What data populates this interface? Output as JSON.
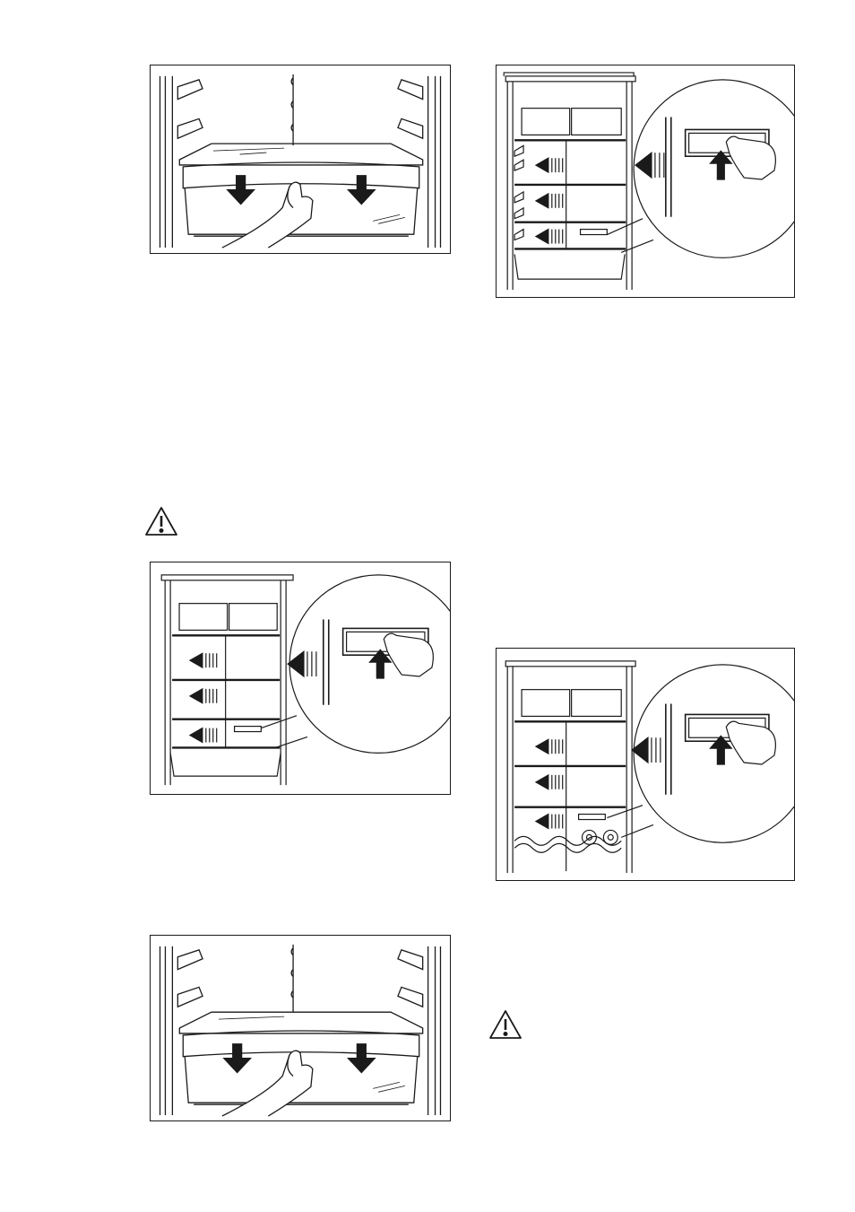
{
  "page": {
    "figures": [
      {
        "id": "fig-crisper-removal-top",
        "icon": "crisper-drawer-pull-out-illustration"
      },
      {
        "id": "fig-shelf-removal-top-right",
        "icon": "shelf-release-lever-illustration"
      },
      {
        "id": "fig-shelf-removal-left",
        "icon": "shelf-release-lever-illustration"
      },
      {
        "id": "fig-crisper-removal-bottom",
        "icon": "crisper-drawer-pull-out-illustration"
      },
      {
        "id": "fig-shelf-removal-bottom-right",
        "icon": "bottle-rack-shelf-release-illustration"
      }
    ],
    "warnings": [
      {
        "id": "warning-left",
        "icon": "warning-triangle-icon"
      },
      {
        "id": "warning-right",
        "icon": "warning-triangle-icon"
      }
    ]
  },
  "colors": {
    "line": "#1a1a1a",
    "background": "#ffffff"
  }
}
